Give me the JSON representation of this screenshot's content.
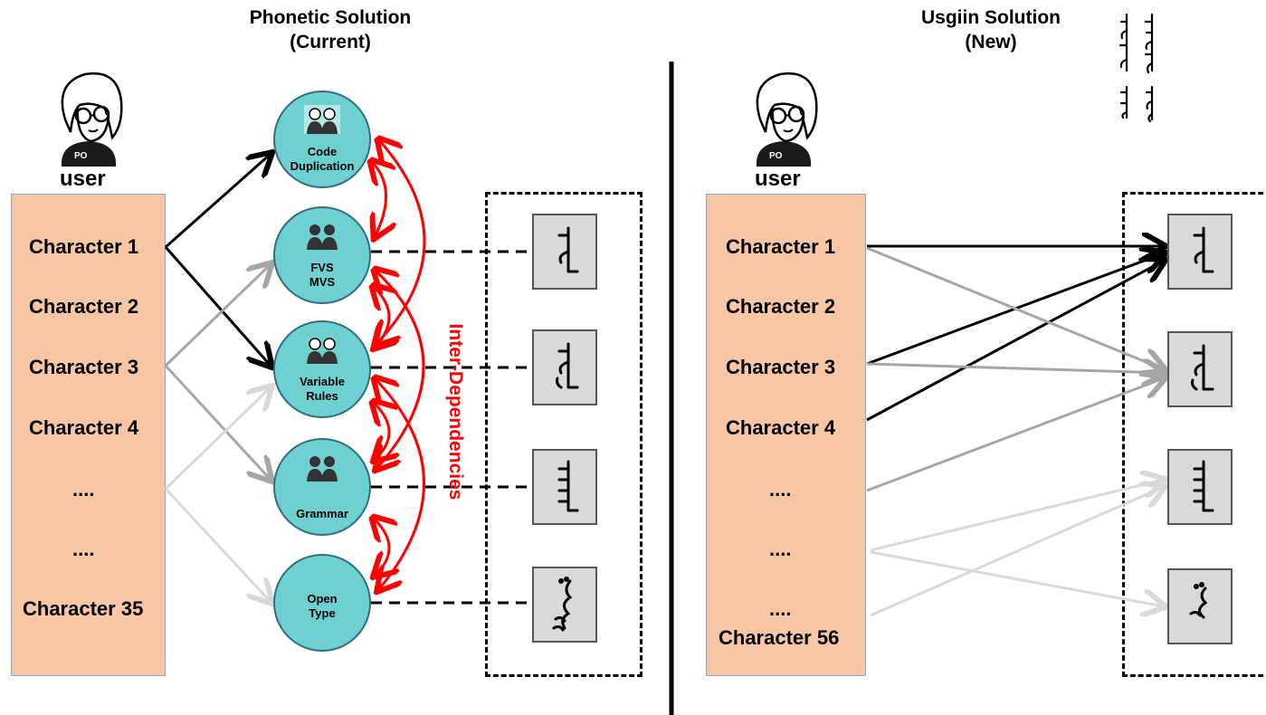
{
  "left": {
    "title_line1": "Phonetic Solution",
    "title_line2": "(Current)",
    "user_label": "user",
    "characters": [
      "Character 1",
      "Character 2",
      "Character 3",
      "Character 4",
      "....",
      "....",
      "Character 35"
    ],
    "nodes": [
      {
        "line1": "Code",
        "line2": "Duplication"
      },
      {
        "line1": "FVS",
        "line2": "MVS"
      },
      {
        "line1": "Variable",
        "line2": "Rules"
      },
      {
        "line1": "",
        "line2": "Grammar"
      },
      {
        "line1": "Open",
        "line2": "Type"
      }
    ],
    "interdependencies_label": "Inter-Dependencies"
  },
  "right": {
    "title_line1": "Usgiin Solution",
    "title_line2": "(New)",
    "user_label": "user",
    "characters": [
      "Character 1",
      "Character 2",
      "Character 3",
      "Character 4",
      "....",
      "....",
      "....",
      "Character 56"
    ]
  },
  "colors": {
    "panel_fill": "#f7c6a4",
    "node_fill": "#6fd0d2",
    "node_border": "#2f6c86",
    "interdep_red": "#ff0000",
    "arrow_black": "#000000",
    "arrow_gray": "#a6a6a6",
    "arrow_light": "#d9d9d9",
    "glyph_box": "#d9d9d9"
  },
  "icons": [
    "user-avatar-icon",
    "people-icon",
    "mongolian-glyph-icon"
  ]
}
